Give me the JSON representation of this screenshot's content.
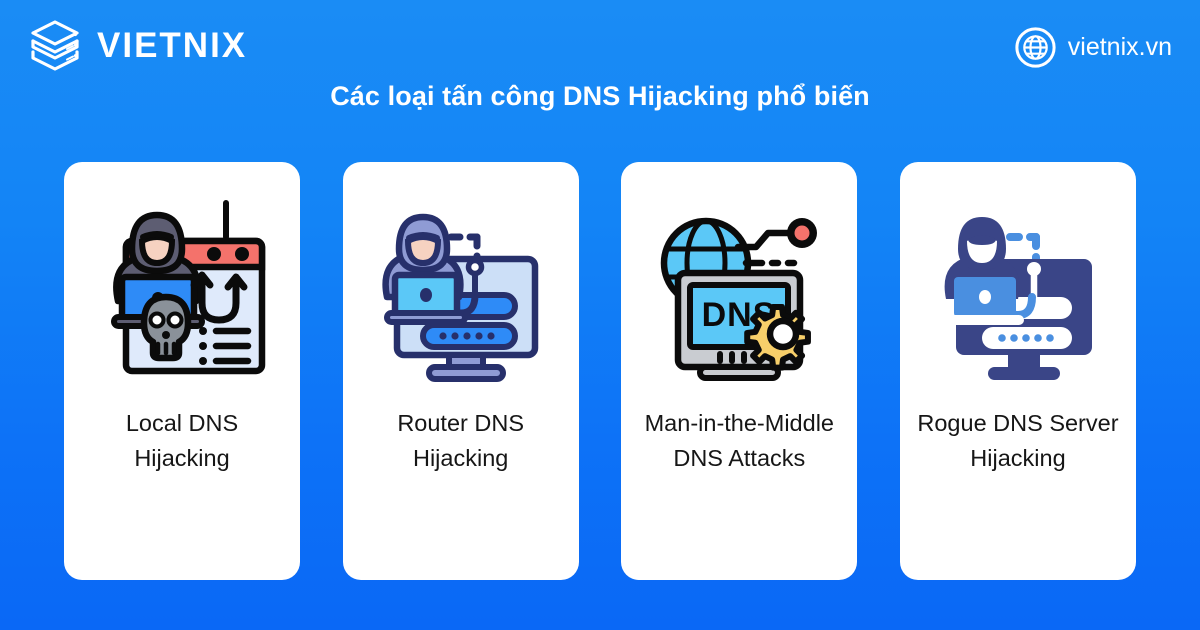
{
  "header": {
    "brand_name": "VIETNIX",
    "brand_logo_icon": "layers-stack-icon",
    "site_url": "vietnix.vn",
    "site_icon": "globe-icon",
    "title": "Các loại tấn công DNS Hijacking phổ biến"
  },
  "cards": [
    {
      "label": "Local DNS Hijacking",
      "label_line1": "Local DNS",
      "label_line2": "Hijacking",
      "icon": "hacker-browser-skull-icon"
    },
    {
      "label": "Router DNS Hijacking",
      "label_line1": "Router DNS",
      "label_line2": "Hijacking",
      "icon": "hacker-router-monitor-icon"
    },
    {
      "label": "Man-in-the-Middle DNS Attacks",
      "label_line1": "Man-in-the-Middle",
      "label_line2": "DNS Attacks",
      "icon": "globe-dns-monitor-gear-icon"
    },
    {
      "label": "Rogue DNS Server Hijacking",
      "label_line1": "Rogue DNS Server",
      "label_line2": "Hijacking",
      "icon": "rogue-dns-server-icon"
    }
  ],
  "colors": {
    "background_top": "#1a8cf5",
    "background_bottom": "#0a68f6",
    "card_background": "#ffffff",
    "title_text": "#ffffff",
    "label_text": "#161616",
    "accent_navy": "#27306b",
    "accent_blue": "#2e8bf7",
    "accent_red": "#f4726b",
    "accent_yellow": "#f7cf6a",
    "accent_gray": "#8a9199"
  }
}
